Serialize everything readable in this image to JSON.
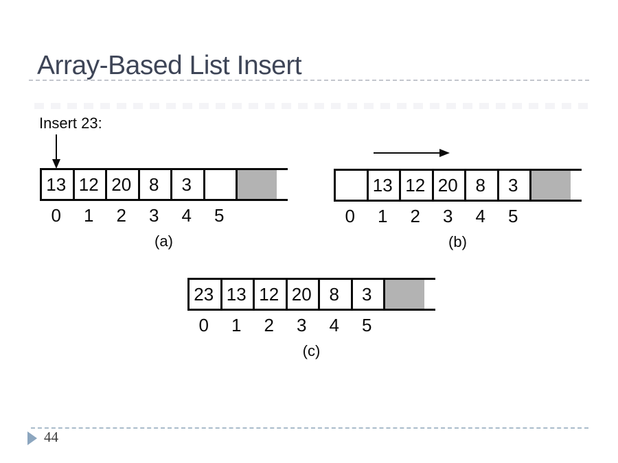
{
  "slide": {
    "title": "Array-Based List Insert",
    "page_number": "44"
  },
  "annotation": {
    "insert_label": "Insert 23:"
  },
  "figures": {
    "a": {
      "cells": [
        "13",
        "12",
        "20",
        "8",
        "3",
        ""
      ],
      "indices": [
        "0",
        "1",
        "2",
        "3",
        "4",
        "5"
      ],
      "caption": "(a)"
    },
    "b": {
      "cells": [
        "",
        "13",
        "12",
        "20",
        "8",
        "3"
      ],
      "indices": [
        "0",
        "1",
        "2",
        "3",
        "4",
        "5"
      ],
      "caption": "(b)"
    },
    "c": {
      "cells": [
        "23",
        "13",
        "12",
        "20",
        "8",
        "3"
      ],
      "indices": [
        "0",
        "1",
        "2",
        "3",
        "4",
        "5"
      ],
      "caption": "(c)"
    }
  },
  "icons": {
    "insert_arrow": "down-arrow",
    "shift_arrow": "right-arrow",
    "page_marker": "play-triangle"
  },
  "colors": {
    "title_text": "#3e4557",
    "line_black": "#0a0a0a",
    "unused_cell_fill": "#b3b3b3",
    "title_underline_dash": "#c3c6cd",
    "footer_dash": "#a9bbca",
    "page_marker_fill": "#8ca6bf",
    "page_number_text": "#3c3c3c"
  }
}
